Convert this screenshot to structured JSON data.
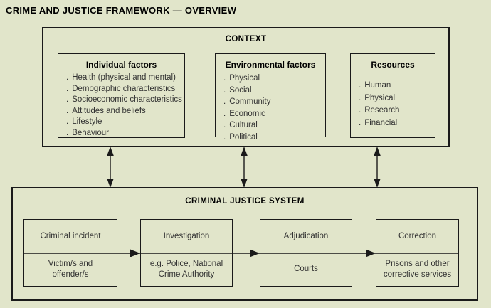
{
  "page": {
    "title": "CRIME AND JUSTICE FRAMEWORK — OVERVIEW"
  },
  "colors": {
    "background": "#e1e5ca",
    "lines_and_borders": "#1a1a1a",
    "heading_text": "#000000",
    "body_text": "#333333"
  },
  "context": {
    "title": "CONTEXT",
    "groups": [
      {
        "title": "Individual factors",
        "items": [
          "Health (physical and mental)",
          "Demographic characteristics",
          "Socioeconomic characteristics",
          "Attitudes and beliefs",
          "Lifestyle",
          "Behaviour"
        ]
      },
      {
        "title": "Environmental factors",
        "items": [
          "Physical",
          "Social",
          "Community",
          "Economic",
          "Cultural",
          "Political"
        ]
      },
      {
        "title": "Resources",
        "items": [
          "Human",
          "Physical",
          "Research",
          "Financial"
        ]
      }
    ]
  },
  "criminal_justice_system": {
    "title": "CRIMINAL JUSTICE SYSTEM",
    "stages": [
      {
        "label": "Criminal incident",
        "detail": "Victim/s and offender/s"
      },
      {
        "label": "Investigation",
        "detail": "e.g. Police, National Crime Authority"
      },
      {
        "label": "Adjudication",
        "detail": "Courts"
      },
      {
        "label": "Correction",
        "detail": "Prisons and other corrective services"
      }
    ]
  }
}
